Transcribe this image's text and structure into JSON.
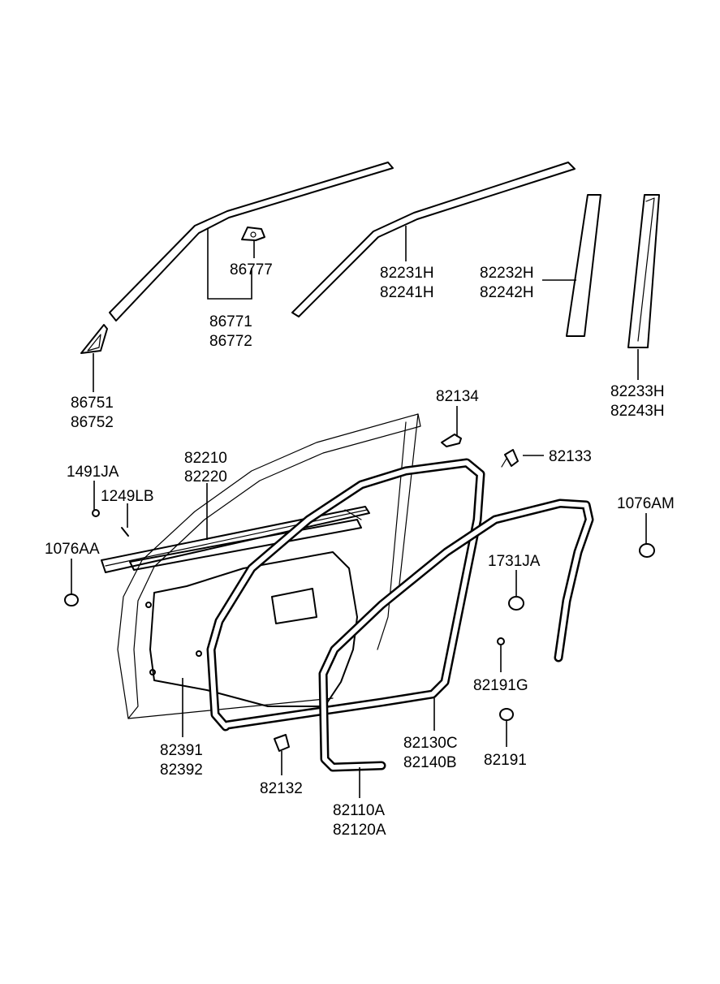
{
  "labels": {
    "p86777": "86777",
    "p86771": "86771",
    "p86772": "86772",
    "p86751": "86751",
    "p86752": "86752",
    "p82231H": "82231H",
    "p82241H": "82241H",
    "p82232H": "82232H",
    "p82242H": "82242H",
    "p82233H": "82233H",
    "p82243H": "82243H",
    "p82134": "82134",
    "p82133": "82133",
    "p82210": "82210",
    "p82220": "82220",
    "p1491JA": "1491JA",
    "p1249LB": "1249LB",
    "p1076AA": "1076AA",
    "p1076AM": "1076AM",
    "p1731JA": "1731JA",
    "p82191G": "82191G",
    "p82191": "82191",
    "p82391": "82391",
    "p82392": "82392",
    "p82132": "82132",
    "p82130C": "82130C",
    "p82140B": "82140B",
    "p82110A": "82110A",
    "p82120A": "82120A"
  }
}
